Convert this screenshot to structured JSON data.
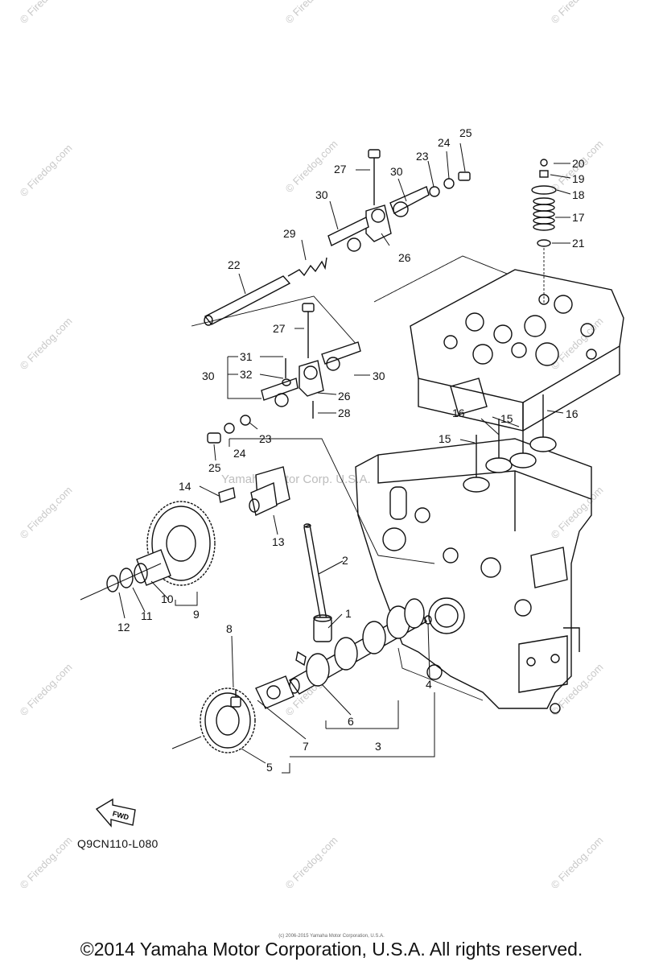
{
  "watermark": "© Firedog.com",
  "center_watermark": "Yamaha Motor Corp. U.S.A.",
  "diagram_code": "Q9CN110-L080",
  "fwd_label": "FWD",
  "small_notice": "(c) 2006-2015 Yamaha Motor Corporation, U.S.A.",
  "copyright": "©2014 Yamaha Motor Corporation, U.S.A. All rights reserved.",
  "callouts": {
    "c1": "1",
    "c2": "2",
    "c3": "3",
    "c4": "4",
    "c5": "5",
    "c6": "6",
    "c7": "7",
    "c8": "8",
    "c9": "9",
    "c10": "10",
    "c11": "11",
    "c12": "12",
    "c13": "13",
    "c14": "14",
    "c15a": "15",
    "c15b": "15",
    "c16a": "16",
    "c16b": "16",
    "c17": "17",
    "c18": "18",
    "c19": "19",
    "c20": "20",
    "c21": "21",
    "c22": "22",
    "c23a": "23",
    "c23b": "23",
    "c24a": "24",
    "c24b": "24",
    "c25a": "25",
    "c25b": "25",
    "c26a": "26",
    "c26b": "26",
    "c27a": "27",
    "c27b": "27",
    "c28": "28",
    "c29": "29",
    "c30a": "30",
    "c30b": "30",
    "c30c": "30",
    "c30d": "30",
    "c31": "31",
    "c32": "32"
  }
}
